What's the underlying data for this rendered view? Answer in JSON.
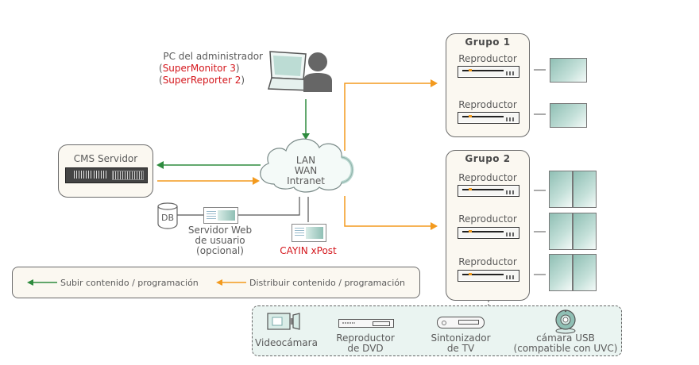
{
  "admin_pc": {
    "label": "PC del administrador",
    "app1": "SuperMonitor 3",
    "app2": "SuperReporter 2",
    "open_paren": "(",
    "close_paren": ")"
  },
  "network": {
    "line1": "LAN",
    "line2": "WAN",
    "line3": "Intranet"
  },
  "cms_server": {
    "label": "CMS Servidor"
  },
  "database": {
    "label": "DB"
  },
  "web_server": {
    "line1": "Servidor Web",
    "line2": "de usuario",
    "line3": "(opcional)"
  },
  "xpost": {
    "label": "CAYIN xPost"
  },
  "groups": [
    {
      "title": "Grupo 1",
      "players": [
        {
          "label": "Reproductor",
          "display": "single"
        },
        {
          "label": "Reproductor",
          "display": "single"
        }
      ]
    },
    {
      "title": "Grupo 2",
      "players": [
        {
          "label": "Reproductor",
          "display": "dual"
        },
        {
          "label": "Reproductor",
          "display": "dual"
        },
        {
          "label": "Reproductor",
          "display": "dual"
        }
      ]
    }
  ],
  "legend": {
    "upload": "Subir contenido / programación",
    "distribute": "Distribuir contenido / programación",
    "upload_color": "#2e8b3e",
    "distribute_color": "#f39a1e"
  },
  "sources": {
    "items": [
      {
        "icon": "video-camera-icon",
        "line1": "Videocámara",
        "line2": ""
      },
      {
        "icon": "dvd-player-icon",
        "line1": "Reproductor",
        "line2": "de DVD"
      },
      {
        "icon": "tv-tuner-icon",
        "line1": "Sintonizador",
        "line2": "de TV"
      },
      {
        "icon": "usb-camera-icon",
        "line1": "cámara USB",
        "line2": "(compatible con UVC)"
      }
    ]
  }
}
